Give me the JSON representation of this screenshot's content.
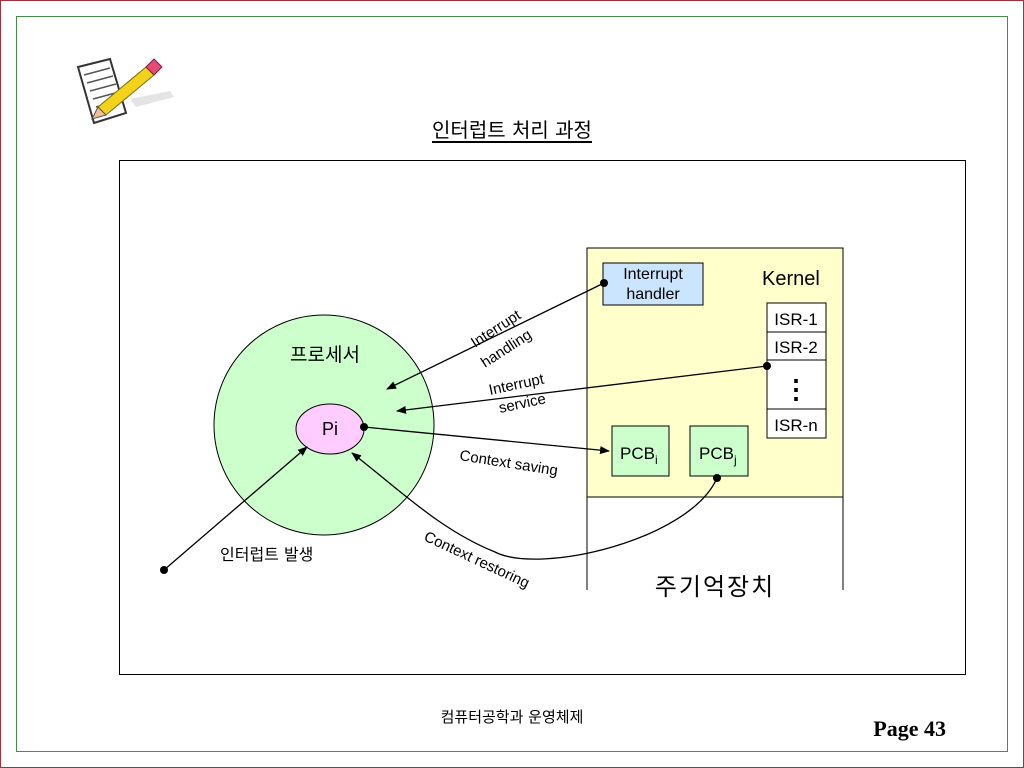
{
  "slide": {
    "title": "인터럽트 처리 과정",
    "footer": "컴퓨터공학과  운영체제",
    "page": "Page 43"
  },
  "diagram": {
    "processor_label": "프로세서",
    "process_label": "Pi",
    "interrupt_occur_label": "인터럽트 발생",
    "kernel_label": "Kernel",
    "memory_label": "주기억장치",
    "interrupt_handler_line1": "Interrupt",
    "interrupt_handler_line2": "handler",
    "isr_items": [
      "ISR-1",
      "ISR-2",
      "⋮",
      "ISR-n"
    ],
    "pcb_i_base": "PCB",
    "pcb_i_sub": "i",
    "pcb_j_base": "PCB",
    "pcb_j_sub": "j",
    "arrow_interrupt_handling_line1": "Interrupt",
    "arrow_interrupt_handling_line2": "handling",
    "arrow_interrupt_service_line1": "Interrupt",
    "arrow_interrupt_service_line2": "service",
    "arrow_context_saving": "Context saving",
    "arrow_context_restoring": "Context restoring"
  },
  "colors": {
    "processor_fill": "#ccffcc",
    "process_fill": "#ffccff",
    "kernel_fill": "#ffffcc",
    "handler_fill": "#cce5ff",
    "pcb_fill": "#ccffcc",
    "isr_fill": "#ffffff"
  },
  "icons": {
    "clipart": "notepad-pencil-icon"
  }
}
